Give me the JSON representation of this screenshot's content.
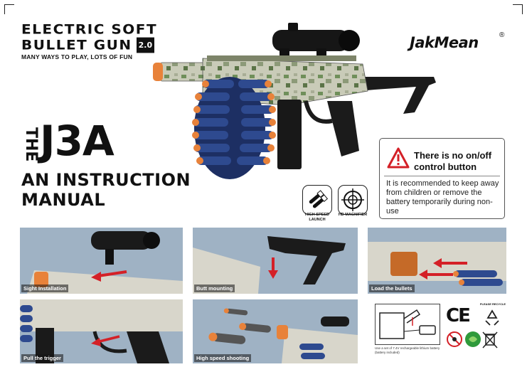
{
  "header": {
    "title_line1": "ELECTRIC SOFT",
    "title_line2": "BULLET GUN",
    "version": "2.0",
    "tagline": "MANY WAYS TO PLAY, LOTS OF FUN",
    "brand": "JakMean",
    "registered_mark": "®"
  },
  "product": {
    "prefix": "THE",
    "model": "J3A",
    "doc_line1": "AN INSTRUCTION",
    "doc_line2": "MANUAL"
  },
  "features": [
    {
      "icon": "high-speed-launch-icon",
      "label_line1": "HIGH SPEED",
      "label_line2": "LAUNCH"
    },
    {
      "icon": "hd-magnifier-icon",
      "label_line1": "HD MAGNIFIER",
      "label_line2": ""
    }
  ],
  "warning": {
    "title": "There is no on/off control button",
    "body": "It is recommended to keep away from children or remove the battery temporarily during non-use"
  },
  "steps": [
    {
      "caption": "Sight Installation"
    },
    {
      "caption": "Butt mounting"
    },
    {
      "caption": "Load the bullets"
    },
    {
      "caption": "Pull the trigger"
    },
    {
      "caption": "High speed shooting"
    }
  ],
  "battery": {
    "note": "Use a set of 7.4V rechargeable lithium battery (battery included)"
  },
  "certifications": {
    "ce": "CE",
    "recycle": "PLEASE RECYCLE"
  },
  "colors": {
    "camo_light": "#c9cbb8",
    "camo_green": "#6f8f5a",
    "dart_blue": "#2e4a8f",
    "dart_tip": "#e8823a",
    "warning_red": "#d42027",
    "panel_bg": "#9fb2c4"
  }
}
